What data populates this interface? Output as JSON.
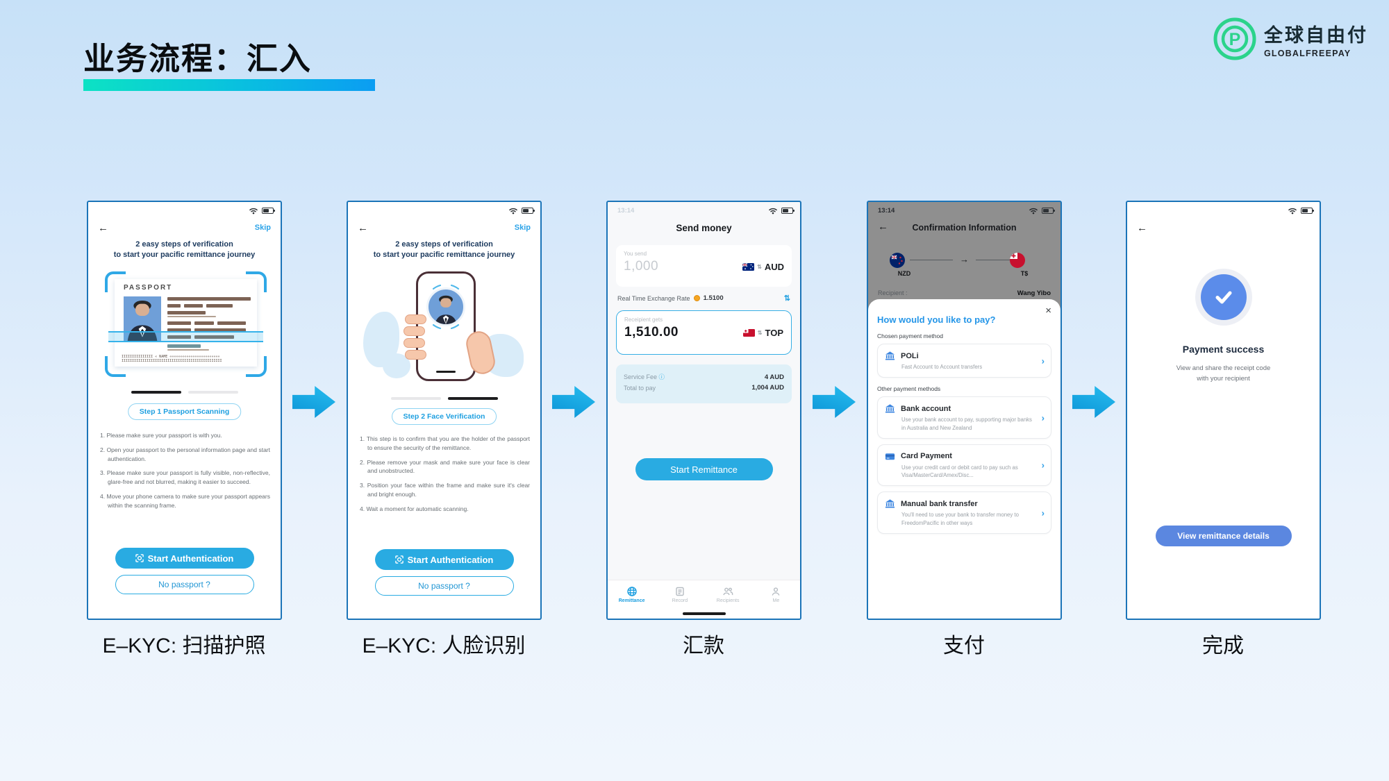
{
  "slide": {
    "title": "业务流程：汇入",
    "logo_zh": "全球自由付",
    "logo_en": "GLOBALFREEPAY"
  },
  "captions": [
    "E–KYC: 扫描护照",
    "E–KYC: 人脸识别",
    "汇款",
    "支付",
    "完成"
  ],
  "icons": {
    "back": "←",
    "close": "×",
    "chevron": "›",
    "swap": "⇅",
    "select_arrows": "⇅",
    "info": "ⓘ",
    "flow_arrow": "→"
  },
  "colors": {
    "accent": "#29abe2",
    "underline_from": "#0ce2c4",
    "underline_to": "#0b9df2",
    "logo_green": "#2bd38b",
    "success_blue": "#5b87e0",
    "heading_navy": "#1c3a5e"
  },
  "ekyc": {
    "skip": "Skip",
    "heading1": "2 easy steps of verification",
    "heading2": "to start your pacific remittance journey",
    "passport_label": "PASSPORT",
    "mrz1": "IIIIIIIIIIIIIII « NAME ««««««««««««««««««««««««",
    "mrz2": "IIIIIIIIIIIIIIIIIIIIIIIIIIIIIIIIIIIIIIIIIIIIIIII",
    "step1_label": "Step 1  Passport Scanning",
    "step2_label": "Step 2  Face Verification",
    "passport_instructions": [
      "1. Please make sure your passport is with you.",
      "2. Open your passport to the personal information page and start authentication.",
      "3. Please make sure your passport is fully visible, non-reflective, glare-free and not blurred, making it easier to succeed.",
      "4. Move your phone camera to make sure your passport appears within the scanning frame."
    ],
    "face_instructions": [
      "1. This step is to confirm that you are the holder of the passport to ensure the security of the remittance.",
      "2. Please remove your mask and make sure your face is clear and unobstructed.",
      "3. Position your face within the frame and make sure it's clear and bright enough.",
      "4. Wait a moment for automatic scanning."
    ],
    "start_auth": "Start Authentication",
    "no_passport": "No passport ?"
  },
  "send": {
    "time_faint": "13:14",
    "title": "Send money",
    "you_send_label": "You send",
    "you_send_value": "1,000",
    "you_send_currency": "AUD",
    "rate_label": "Real Time Exchange Rate",
    "rate_value": "1.5100",
    "gets_label": "Receipient gets",
    "gets_value": "1,510.00",
    "gets_currency": "TOP",
    "fee_label": "Service Fee",
    "fee_value": "4 AUD",
    "total_label": "Total to pay",
    "total_value": "1,004 AUD",
    "cta": "Start Remittance",
    "tabs": [
      "Remittance",
      "Record",
      "Recipients",
      "Me"
    ]
  },
  "pay": {
    "time": "13:14",
    "title": "Confirmation Information",
    "from_currency": "NZD",
    "to_currency": "T$",
    "recipient_label": "Recipient :",
    "recipient_name": "Wang Yibo",
    "sheet_title": "How would you like to pay?",
    "chosen_label": "Chosen payment method",
    "chosen": {
      "name": "POLi",
      "desc": "Fast Account to Account transfers"
    },
    "other_label": "Other payment methods",
    "methods": [
      {
        "name": "Bank account",
        "desc": "Use your bank account to pay, supporting major banks in Australia and New Zealand"
      },
      {
        "name": "Card Payment",
        "desc": "Use your credit card or debit card to pay such as Visa/MasterCard/Amex/Disc..."
      },
      {
        "name": "Manual bank transfer",
        "desc": "You'll need to use your bank to transfer money to FreedomPacific in other ways"
      }
    ]
  },
  "done": {
    "title": "Payment success",
    "sub1": "View and share the receipt code",
    "sub2": "with your recipient",
    "cta": "View remittance details"
  }
}
